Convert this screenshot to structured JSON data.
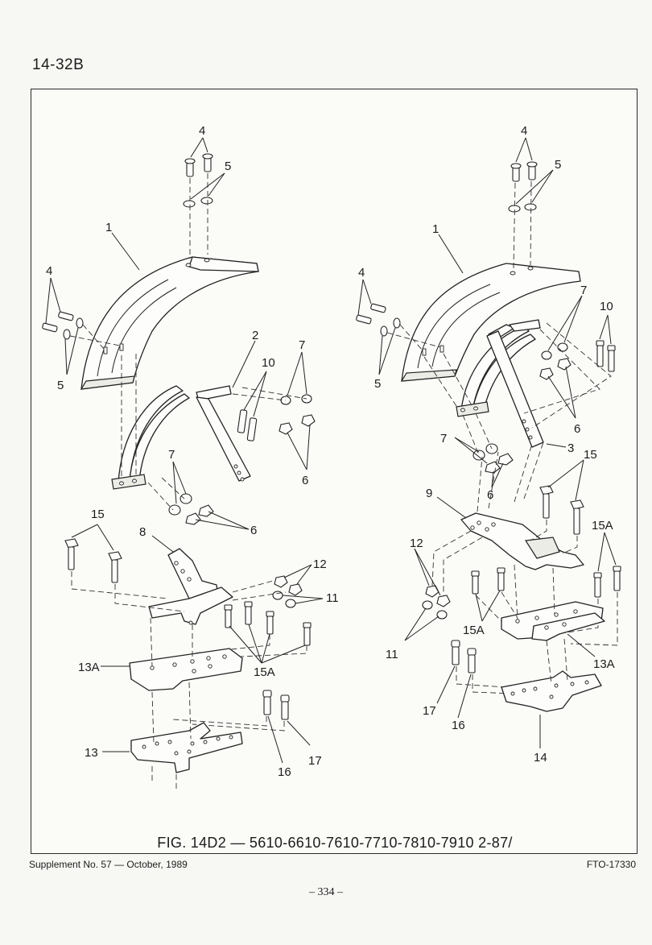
{
  "page": {
    "header": "14-32B",
    "figure_caption": "FIG. 14D2 — 5610-6610-7610-7710-7810-7910 2-87/",
    "footer_left": "Supplement No. 57 — October, 1989",
    "footer_right": "FTO-17330",
    "page_number": "– 334 –"
  },
  "callouts": {
    "left": {
      "p4_top": "4",
      "p5_top": "5",
      "p1": "1",
      "p4_side": "4",
      "p5_side": "5",
      "p2": "2",
      "p10": "10",
      "p7_top": "7",
      "p6_top": "6",
      "p7_mid": "7",
      "p6_mid": "6",
      "p15": "15",
      "p8": "8",
      "p12": "12",
      "p11": "11",
      "p13a": "13A",
      "p15a": "15A",
      "p16": "16",
      "p17": "17",
      "p13": "13"
    },
    "right": {
      "p4_top": "4",
      "p5_top": "5",
      "p1": "1",
      "p4_side": "4",
      "p5_side": "5",
      "p7_top": "7",
      "p10": "10",
      "p6_top": "6",
      "p7_mid": "7",
      "p3": "3",
      "p6_mid": "6",
      "p15": "15",
      "p9": "9",
      "p15a_r": "15A",
      "p12": "12",
      "p11": "11",
      "p15a_b": "15A",
      "p13a": "13A",
      "p17": "17",
      "p16": "16",
      "p14": "14"
    }
  }
}
